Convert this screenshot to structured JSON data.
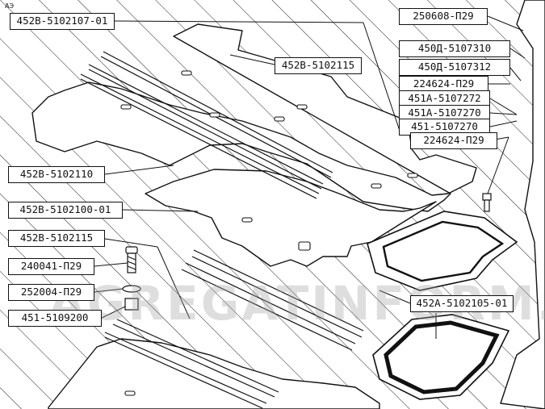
{
  "labels": {
    "top_left": "452В-5102107-01",
    "center_top": "452В-5102115",
    "left_mid": "452В-5102110",
    "left_lower": "452В-5102100-01",
    "left_bracket": "452В-5102115",
    "bolt": "240041-П29",
    "washer": "252004-П29",
    "nut": "451-5109200",
    "r1": "250608-П29",
    "r2": "450Д-5107310",
    "r3": "450Д-5107312",
    "r4": "224624-П29",
    "r5": "451А-5107272",
    "r6": "451А-5107270",
    "r7": "451-5107270",
    "r8": "224624-П29",
    "hatch": "452А-5102105-01"
  },
  "watermark": "AGREGATINFORM.RU",
  "corner_mark": "АЭ",
  "colors": {
    "ink": "#111111",
    "paper": "#ffffff",
    "watermark": "#a0a0a0"
  }
}
